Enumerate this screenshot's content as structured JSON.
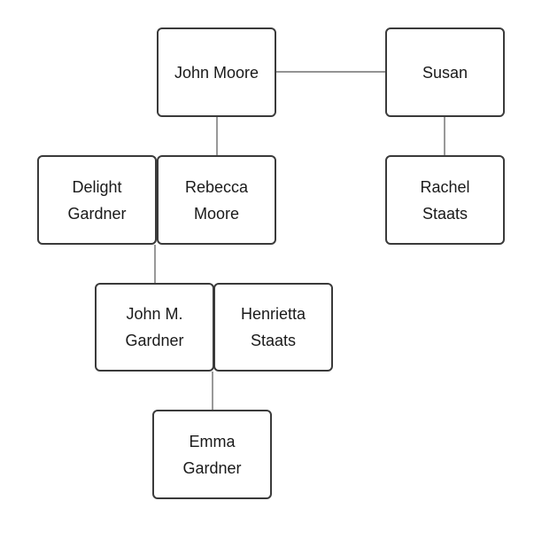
{
  "nodes": {
    "john_moore": "John Moore",
    "susan": "Susan",
    "delight_gardner": "Delight\nGardner",
    "rebecca_moore": "Rebecca\nMoore",
    "rachel_staats": "Rachel\nStaats",
    "john_m_gardner": "John M.\nGardner",
    "henrietta_staats": "Henrietta\nStaats",
    "emma_gardner": "Emma\nGardner"
  },
  "colors": {
    "border": "#3a3a3a",
    "line": "#555555",
    "text": "#1a1a1a"
  }
}
